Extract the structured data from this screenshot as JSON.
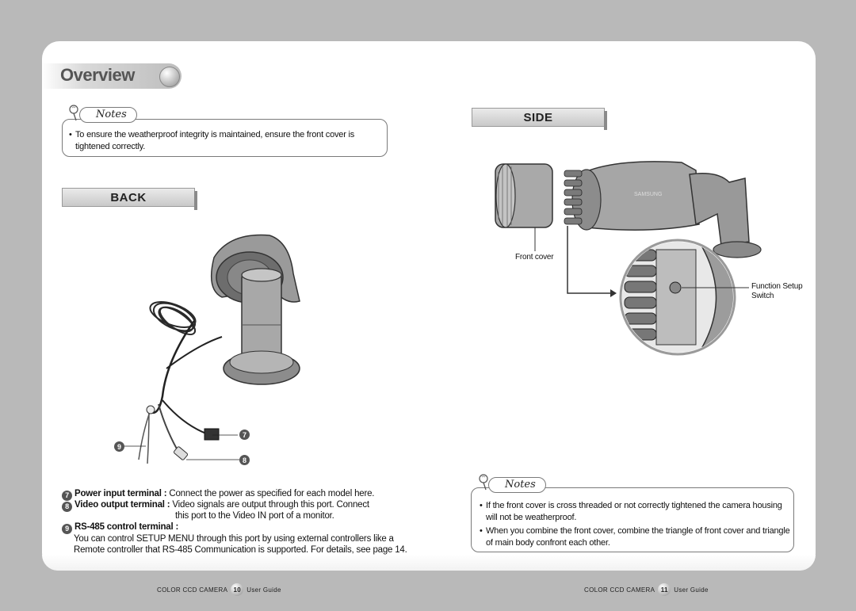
{
  "header": {
    "title": "Overview"
  },
  "notes_left": {
    "label": "Notes",
    "items": [
      "To ensure the weatherproof integrity is maintained, ensure the front cover is tightened correctly."
    ]
  },
  "back": {
    "title": "BACK",
    "callouts": {
      "c7": "7",
      "c8": "8",
      "c9": "9"
    },
    "terminals": [
      {
        "num": "7",
        "name": "Power input terminal :",
        "desc": "Connect the power as specified for each model here."
      },
      {
        "num": "8",
        "name": "Video output terminal :",
        "desc": "Video signals are output through this port. Connect",
        "desc2": "this port to the Video IN port of a monitor."
      },
      {
        "num": "9",
        "name": "RS-485 control terminal :",
        "desc": "You can control SETUP MENU through this port by using external controllers like a",
        "desc2": "Remote controller that RS-485 Communication is supported. For details, see page 14."
      }
    ]
  },
  "side": {
    "title": "SIDE",
    "front_cover_label": "Front cover",
    "function_switch_label_1": "Function Setup",
    "function_switch_label_2": "Switch",
    "brand_text": "SAMSUNG"
  },
  "notes_right": {
    "label": "Notes",
    "items": [
      "If the front cover is cross threaded or not correctly tightened the camera housing will not be weatherproof.",
      "When you combine the front cover, combine the triangle of front cover and triangle of main body confront each other."
    ]
  },
  "footer": {
    "left": {
      "product": "COLOR CCD CAMERA",
      "page": "10",
      "guide": "User Guide"
    },
    "right": {
      "product": "COLOR CCD CAMERA",
      "page": "11",
      "guide": "User Guide"
    }
  }
}
